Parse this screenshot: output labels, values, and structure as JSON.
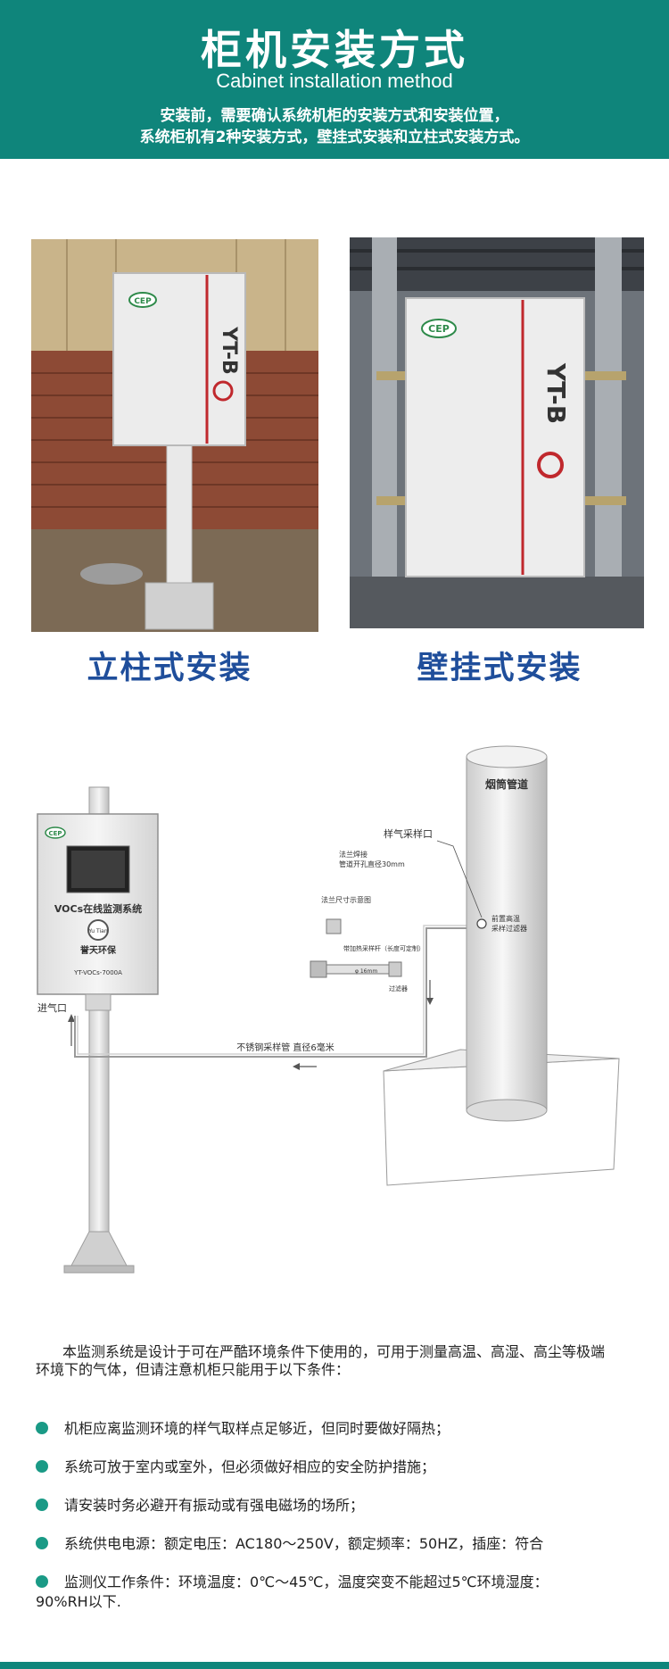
{
  "header": {
    "title": "柜机安装方式",
    "subtitle": "Cabinet installation method",
    "intro_line1": "安装前，需要确认系统机柜的安装方式和安装位置，",
    "intro_line2": "系统柜机有2种安装方式，壁挂式安装和立柱式安装方式。"
  },
  "photos": {
    "pole": {
      "brand_logo": "CEP",
      "model_label": "YT-B",
      "caption": "立柱式安装"
    },
    "wall": {
      "brand_logo": "CEP",
      "model_label": "YT-B",
      "caption": "壁挂式安装"
    }
  },
  "diagram": {
    "cabinet_logo": "CEP",
    "cabinet_title": "VOCs在线监测系统",
    "cabinet_brand": "誉天环保",
    "cabinet_brand_en": "Yu Tian",
    "cabinet_model": "YT-VOCs-7000A",
    "inlet_label": "进气口",
    "chimney_label": "烟筒管道",
    "sample_port_label": "样气采样口",
    "flange_note_line1": "法兰焊接",
    "flange_note_line2": "管道开孔直径30mm",
    "flange_size_label": "法兰尺寸示意图",
    "probe_label": "带加热采样杆（长度可定制）",
    "probe_diameter": "φ 16mm",
    "filter_label": "过滤器",
    "pre_filter_line1": "前置高温",
    "pre_filter_line2": "采样过滤器",
    "tube_label": "不锈钢采样管  直径6毫米"
  },
  "description": {
    "paragraph_line1": "本监测系统是设计于可在严酷环境条件下使用的，可用于测量高温、高湿、高尘等极端",
    "paragraph_line2": "环境下的气体，但请注意机柜只能用于以下条件：",
    "bullets": [
      "机柜应离监测环境的样气取样点足够近，但同时要做好隔热；",
      "系统可放于室内或室外，但必须做好相应的安全防护措施；",
      "请安装时务必避开有振动或有强电磁场的场所；",
      "系统供电电源：额定电压：AC180～250V，额定频率：50HZ，插座：符合",
      "监测仪工作条件：环境温度：0℃～45℃，温度突变不能超过5℃环境湿度：",
      "90%RH以下."
    ]
  },
  "colors": {
    "header_bg": "#0f857b",
    "caption_blue": "#1f4e9b",
    "bullet_dot": "#1a9a86",
    "brand_red": "#c0282d"
  }
}
